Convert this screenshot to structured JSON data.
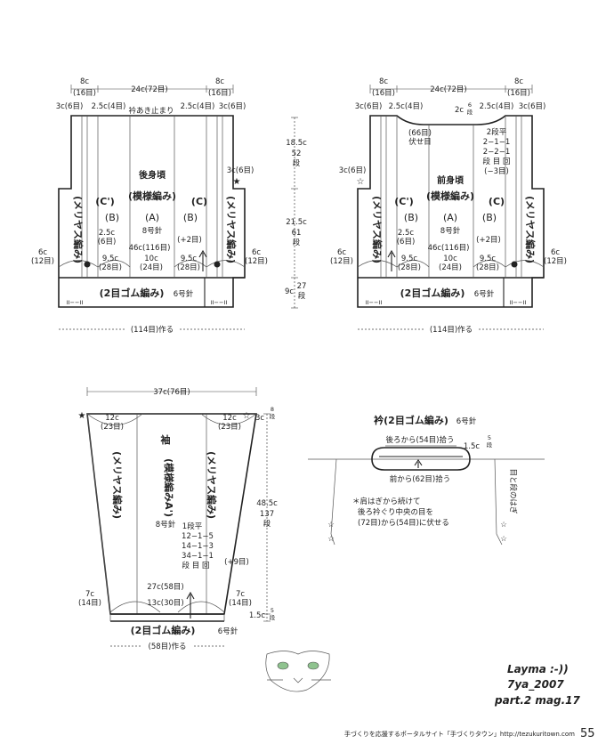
{
  "back": {
    "top_dims": [
      "8c",
      "(16目)",
      "24c(72目)",
      "8c",
      "(16目)"
    ],
    "top_sub": [
      "3c(6目)",
      "2.5c(4目)",
      "衿あき止まり",
      "2.5c(4目)",
      "3c(6目)"
    ],
    "side_dims": [
      "18.5c",
      "52",
      "段",
      "21.5c",
      "61",
      "段",
      "9c",
      "27",
      "段"
    ],
    "title": "後身頃",
    "pattern": "(模様編み)",
    "columns": [
      "(C')",
      "(B)",
      "(A)",
      "(B)",
      "(C)"
    ],
    "col_sub": [
      "8号針"
    ],
    "left_label": "(メリヤス編み)",
    "right_label": "(メリヤス編み)",
    "right_arm": [
      "3c(6目)"
    ],
    "mid_lines": [
      "2.5c",
      "(6目)",
      "46c(116目)",
      "(+2目)",
      "10c",
      "(24目)",
      "9.5c",
      "(28目)",
      "9.5c",
      "(28目)"
    ],
    "side_left": [
      "6c",
      "(12目)"
    ],
    "side_right": [
      "6c",
      "(12目)"
    ],
    "rib": "(2目ゴム編み)",
    "rib_needle": "6号針",
    "rib_mark": "II−−II",
    "bottom": "(114目)作る"
  },
  "front": {
    "top_dims": [
      "8c",
      "(16目)",
      "24c(72目)",
      "8c",
      "(16目)"
    ],
    "top_sub": [
      "3c(6目)",
      "2.5c(4目)",
      "2c",
      "6",
      "段",
      "2.5c(4目)",
      "3c(6目)"
    ],
    "neck_note": [
      "(66目)",
      "伏せ目"
    ],
    "neck_table": [
      "2段平",
      "2−1−1",
      "2−2−1",
      "段 目 回",
      "(−3目)"
    ],
    "title": "前身頃",
    "pattern": "(模様編み)",
    "columns": [
      "(C')",
      "(B)",
      "(A)",
      "(B)",
      "(C)"
    ],
    "col_sub": [
      "8号針"
    ],
    "left_arm": [
      "3c(6目)"
    ],
    "left_label": "(メリヤス編み)",
    "right_label": "(メリヤス編み)",
    "mid_lines": [
      "2.5c",
      "(6目)",
      "46c(116目)",
      "(+2目)",
      "10c",
      "(24目)",
      "9.5c",
      "(28目)",
      "9.5c",
      "(28目)"
    ],
    "side_left": [
      "6c",
      "(12目)"
    ],
    "side_right": [
      "6c",
      "(12目)"
    ],
    "rib": "(2目ゴム編み)",
    "rib_needle": "6号針",
    "rib_mark": "II−−II",
    "bottom": "(114目)作る"
  },
  "sleeve": {
    "top_dim": "37c(76目)",
    "corner_left": [
      "12c",
      "(23目)"
    ],
    "corner_right": [
      "12c",
      "(23目)"
    ],
    "right_top": [
      "3c",
      "8",
      "段"
    ],
    "title": "袖",
    "pattern": "(模様編みA')",
    "needle": "8号針",
    "left_label": "(メリヤス編み)",
    "right_label": "(メリヤス編み)",
    "inc_table": [
      "1段平",
      "12−1−5",
      "14−1−3",
      "34−1−1",
      "段 目 回"
    ],
    "inc_note": "(+9目)",
    "side_dims": [
      "48.5c",
      "137",
      "段",
      "1.5c",
      "5",
      "段"
    ],
    "lower": [
      "27c(58目)",
      "13c(30目)"
    ],
    "cuff_left": [
      "7c",
      "(14目)"
    ],
    "cuff_right": [
      "7c",
      "(14目)"
    ],
    "rib": "(2目ゴム編み)",
    "rib_needle": "6号針",
    "bottom": "(58目)作る"
  },
  "collar": {
    "title": "衿(2目ゴム編み)",
    "needle": "6号針",
    "back_pick": "後ろから(54目)拾う",
    "front_pick": "前から(62目)拾う",
    "height": [
      "1.5c",
      "5",
      "段"
    ],
    "side_note": "目と段のはぎ",
    "note_lines": [
      "＊肩はぎから続けて",
      "後ろ衿ぐり中央の目を",
      "(72目)から(54目)に伏せる"
    ]
  },
  "signature": [
    "Layma :-))",
    "7ya_2007",
    "part.2 mag.17"
  ],
  "footer": {
    "text": "手づくりを応援するポータルサイト「手づくりタウン」http://tezukuritown.com",
    "page": "55"
  }
}
